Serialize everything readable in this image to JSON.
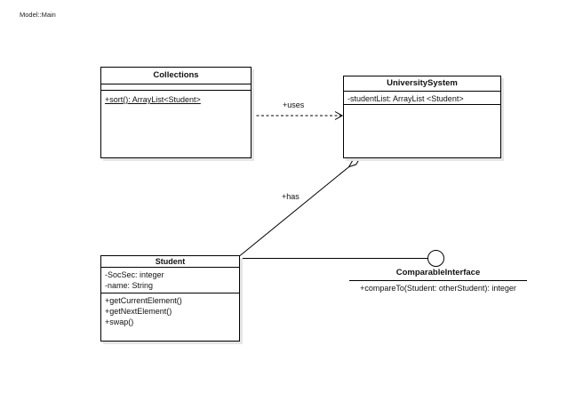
{
  "page": {
    "model_label": "Model::Main",
    "background_color": "#ffffff",
    "line_color": "#000000",
    "box_fill": "#ffffff",
    "shadow_color": "#e6e6e6"
  },
  "classes": {
    "collections": {
      "name": "Collections",
      "attributes": [],
      "methods": [
        "+sort(): ArrayList<Student>"
      ],
      "method_is_static": true
    },
    "university_system": {
      "name": "UniversitySystem",
      "attributes": [
        "-studentList: ArrayList <Student>"
      ],
      "methods": []
    },
    "student": {
      "name": "Student",
      "attributes": [
        "-SocSec: integer",
        "-name: String"
      ],
      "methods": [
        "+getCurrentElement()",
        "+getNextElement()",
        "+swap()"
      ]
    }
  },
  "interface": {
    "name": "ComparableInterface",
    "methods": [
      "+compareTo(Student: otherStudent): integer"
    ]
  },
  "relationships": {
    "uses": {
      "label": "+uses",
      "type": "dependency-dashed-open-arrow",
      "from": "Collections",
      "to": "UniversitySystem"
    },
    "has": {
      "label": "+has",
      "type": "aggregation-hollow-diamond",
      "from": "Student",
      "to": "UniversitySystem"
    },
    "provides": {
      "label": "",
      "type": "lollipop-provided-interface",
      "from": "Student",
      "to": "ComparableInterface"
    }
  }
}
